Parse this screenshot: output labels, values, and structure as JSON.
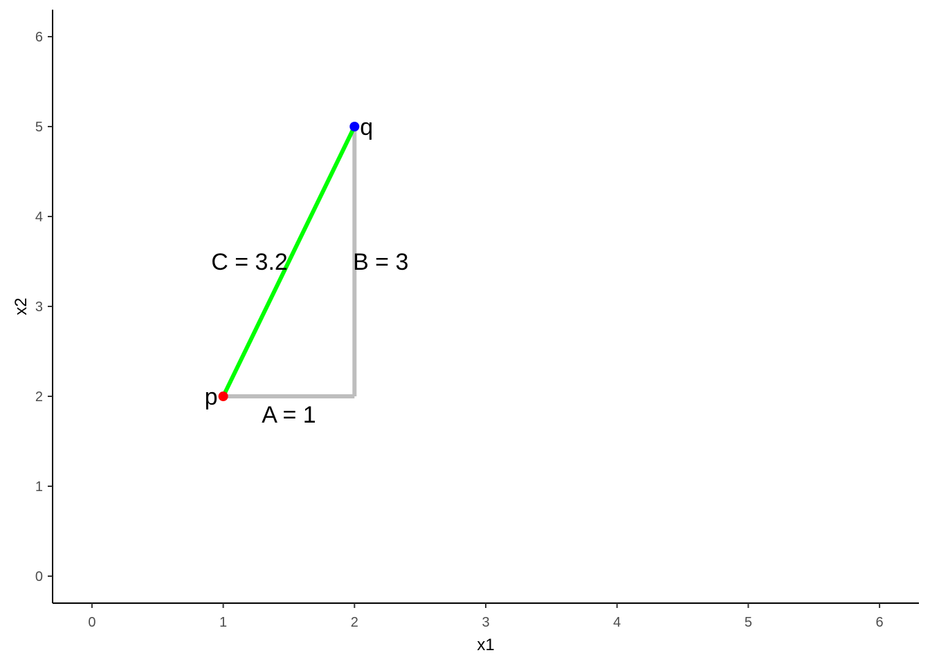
{
  "chart_data": {
    "type": "scatter",
    "title": "",
    "xlabel": "x1",
    "ylabel": "x2",
    "xlim": [
      -0.3,
      6.3
    ],
    "ylim": [
      -0.3,
      6.3
    ],
    "x_ticks": [
      0,
      1,
      2,
      3,
      4,
      5,
      6
    ],
    "y_ticks": [
      0,
      1,
      2,
      3,
      4,
      5,
      6
    ],
    "x_tick_labels": [
      "0",
      "1",
      "2",
      "3",
      "4",
      "5",
      "6"
    ],
    "y_tick_labels": [
      "0",
      "1",
      "2",
      "3",
      "4",
      "5",
      "6"
    ],
    "grid": false,
    "points": [
      {
        "label": "p",
        "x": 1,
        "y": 2,
        "color": "#ff0000"
      },
      {
        "label": "q",
        "x": 2,
        "y": 5,
        "color": "#0000ff"
      }
    ],
    "segments": [
      {
        "name": "A",
        "from": [
          1,
          2
        ],
        "to": [
          2,
          2
        ],
        "color": "#bebebe"
      },
      {
        "name": "B",
        "from": [
          2,
          2
        ],
        "to": [
          2,
          5
        ],
        "color": "#bebebe"
      },
      {
        "name": "C",
        "from": [
          1,
          2
        ],
        "to": [
          2,
          5
        ],
        "color": "#00ff00"
      }
    ],
    "annotations": [
      {
        "text": "A = 1",
        "x": 1.5,
        "y": 1.8
      },
      {
        "text": "B = 3",
        "x": 2.2,
        "y": 3.5
      },
      {
        "text": "C = 3.2",
        "x": 1.2,
        "y": 3.5
      }
    ]
  }
}
